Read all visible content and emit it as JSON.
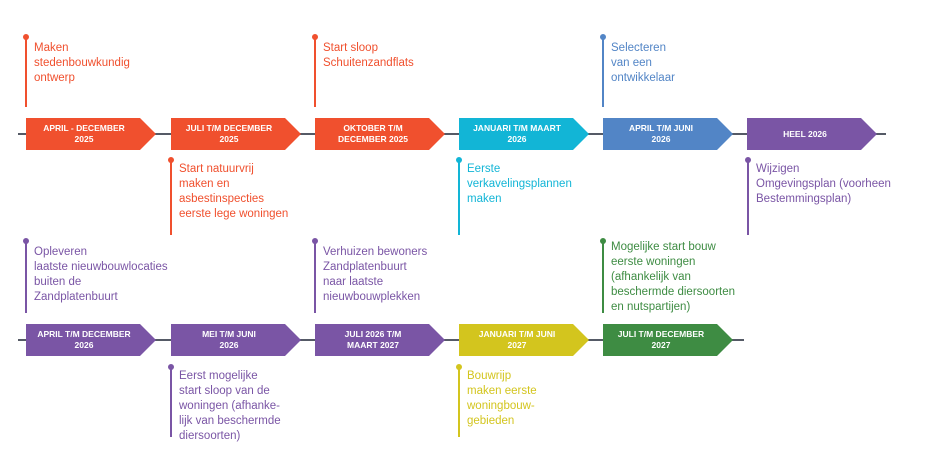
{
  "colors": {
    "red": "#f0502e",
    "cyan": "#12b5d6",
    "blue": "#5285c6",
    "purple": "#7a55a5",
    "yellow": "#d3c51e",
    "green": "#3e8c43",
    "axis": "#555a66"
  },
  "row1": {
    "phases": [
      {
        "line1": "APRIL - DECEMBER",
        "line2": "2025",
        "color": "red"
      },
      {
        "line1": "JULI T/M DECEMBER",
        "line2": "2025",
        "color": "red"
      },
      {
        "line1": "OKTOBER T/M",
        "line2": "DECEMBER 2025",
        "color": "red"
      },
      {
        "line1": "JANUARI T/M MAART",
        "line2": "2026",
        "color": "cyan"
      },
      {
        "line1": "APRIL T/M JUNI",
        "line2": "2026",
        "color": "blue"
      },
      {
        "line1": "HEEL 2026",
        "line2": "",
        "color": "purple"
      }
    ],
    "events_above": [
      {
        "text": "Maken\nstedenbouwkundig\nontwerp",
        "color": "red"
      },
      {
        "text": "Start sloop\nSchuitenzandflats",
        "color": "red"
      },
      {
        "text": "Selecteren\nvan een\nontwikkelaar",
        "color": "blue"
      }
    ],
    "events_below": [
      {
        "text": "Start natuurvrij\nmaken en\nasbestinspecties\neerste lege woningen",
        "color": "red"
      },
      {
        "text": "Eerste\nverkavelingsplannen\nmaken",
        "color": "cyan"
      },
      {
        "text": "Wijzigen\nOmgevingsplan (voorheen\nBestemmingsplan)",
        "color": "purple"
      }
    ]
  },
  "row2": {
    "phases": [
      {
        "line1": "APRIL T/M DECEMBER",
        "line2": "2026",
        "color": "purple"
      },
      {
        "line1": "MEI T/M JUNI",
        "line2": "2026",
        "color": "purple"
      },
      {
        "line1": "JULI 2026 T/M",
        "line2": "MAART 2027",
        "color": "purple"
      },
      {
        "line1": "JANUARI T/M JUNI",
        "line2": "2027",
        "color": "yellow"
      },
      {
        "line1": "JULI T/M DECEMBER",
        "line2": "2027",
        "color": "green"
      }
    ],
    "events_above": [
      {
        "text": "Opleveren\nlaatste nieuwbouwlocaties\nbuiten de\nZandplatenbuurt",
        "color": "purple"
      },
      {
        "text": "Verhuizen bewoners\nZandplatenbuurt\nnaar laatste\nnieuwbouwplekken",
        "color": "purple"
      },
      {
        "text": "Mogelijke start bouw\neerste woningen\n(afhankelijk van\nbeschermde diersoorten\nen nutspartijen)",
        "color": "green"
      }
    ],
    "events_below": [
      {
        "text": "Eerst mogelijke\nstart sloop van de\nwoningen (afhanke-\nlijk van beschermde\ndiersoorten)",
        "color": "purple"
      },
      {
        "text": "Bouwrijp\nmaken eerste\nwoningbouw-\ngebieden",
        "color": "yellow"
      }
    ]
  }
}
